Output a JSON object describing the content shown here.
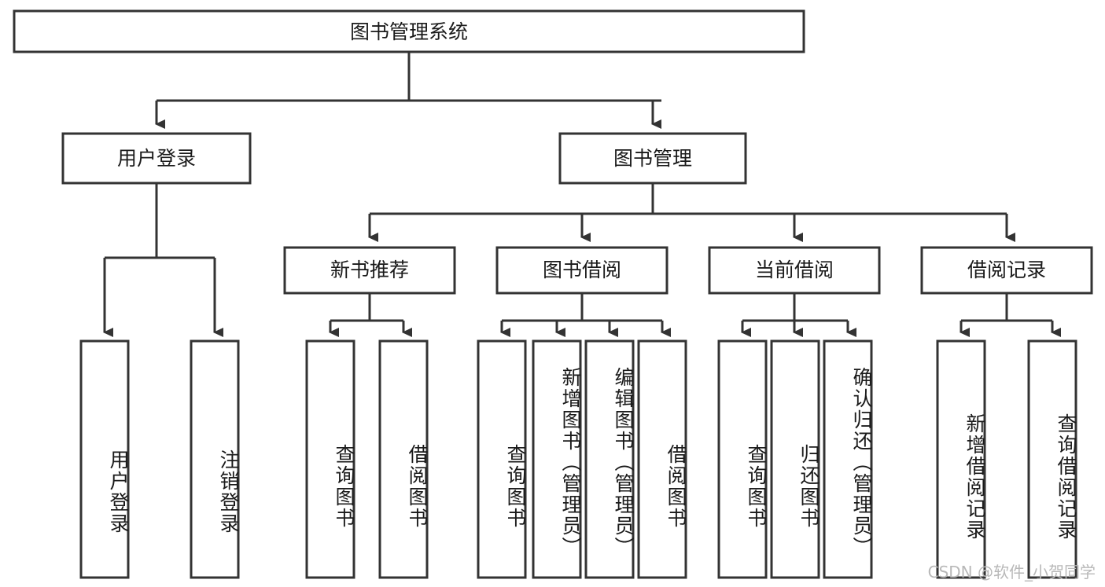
{
  "diagram": {
    "title": "图书管理系统",
    "type": "tree",
    "watermark": "CSDN @软件_小贺同学",
    "colors": {
      "stroke": "#333333",
      "fill": "#ffffff",
      "text": "#1a1a1a",
      "watermark": "#b8b8b8"
    },
    "levels": {
      "root": {
        "label": "图书管理系统"
      },
      "level2": [
        {
          "label": "用户登录"
        },
        {
          "label": "图书管理"
        }
      ],
      "level3": [
        {
          "label": "新书推荐"
        },
        {
          "label": "图书借阅"
        },
        {
          "label": "当前借阅"
        },
        {
          "label": "借阅记录"
        }
      ],
      "leaves": {
        "user_login": [
          {
            "label": "用户登录"
          },
          {
            "label": "注销登录"
          }
        ],
        "new_book_recommend": [
          {
            "label": "查询图书"
          },
          {
            "label": "借阅图书"
          }
        ],
        "book_borrow": [
          {
            "label": "查询图书"
          },
          {
            "label": "新增图书（管理员）"
          },
          {
            "label": "编辑图书（管理员）"
          },
          {
            "label": "借阅图书"
          }
        ],
        "current_borrow": [
          {
            "label": "查询图书"
          },
          {
            "label": "归还图书"
          },
          {
            "label": "确认归还（管理员）"
          }
        ],
        "borrow_record": [
          {
            "label": "新增借阅记录"
          },
          {
            "label": "查询借阅记录"
          }
        ]
      }
    }
  }
}
